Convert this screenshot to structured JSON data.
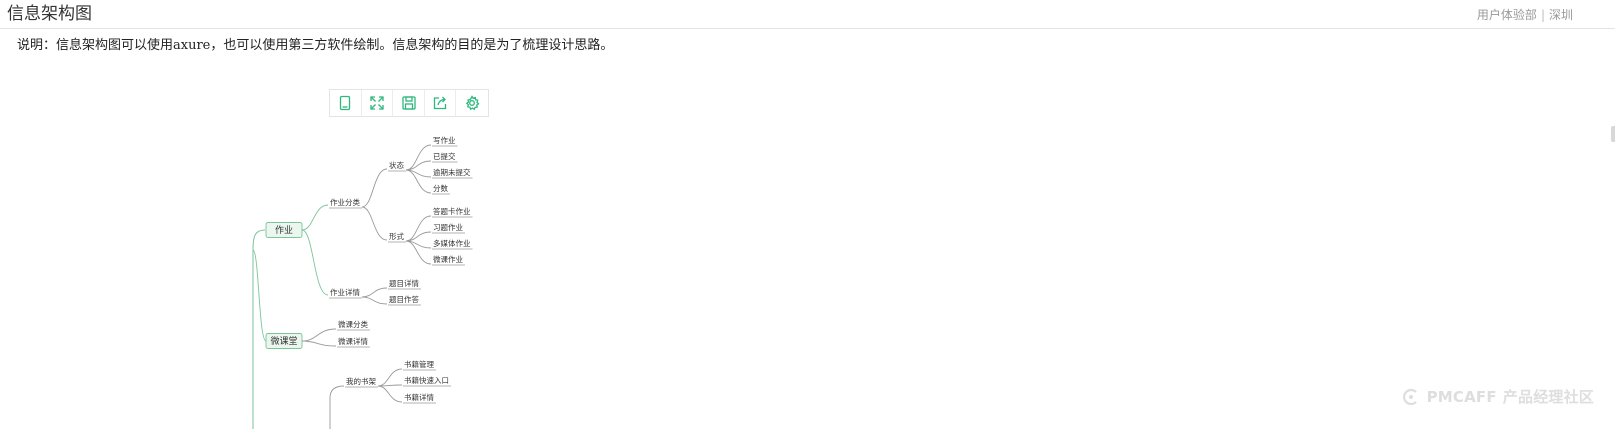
{
  "header": {
    "title": "信息架构图",
    "department": "用户体验部",
    "separator": "|",
    "city": "深圳"
  },
  "description": "说明：信息架构图可以使用axure，也可以使用第三方软件绘制。信息架构的目的是为了梳理设计思路。",
  "toolbar": {
    "buttons": [
      {
        "name": "tablet",
        "icon": "tablet-icon"
      },
      {
        "name": "fullscreen",
        "icon": "fullscreen-icon"
      },
      {
        "name": "save",
        "icon": "save-icon"
      },
      {
        "name": "share",
        "icon": "share-icon"
      },
      {
        "name": "settings",
        "icon": "gear-icon"
      }
    ]
  },
  "mindmap": {
    "line_color": "#7bc49a",
    "node_border": "#7bc49a",
    "node_fill": "#eaf6ee",
    "leaf_line_color": "#9a9a9a",
    "roots": [
      {
        "label": "作业",
        "children": [
          {
            "label": "作业分类",
            "children": [
              {
                "label": "状态",
                "children": [
                  "写作业",
                  "已提交",
                  "逾期未提交",
                  "分数"
                ]
              },
              {
                "label": "形式",
                "children": [
                  "答题卡作业",
                  "习题作业",
                  "多媒体作业",
                  "微课作业"
                ]
              }
            ]
          },
          {
            "label": "作业详情",
            "children": [
              "题目详情",
              "题目作答"
            ]
          }
        ]
      },
      {
        "label": "微课堂",
        "children": [
          "微课分类",
          "微课详情"
        ]
      },
      {
        "label": "",
        "children": [
          {
            "label": "我的书架",
            "children": [
              "书籍管理",
              "书籍快速入口",
              "书籍详情"
            ]
          }
        ]
      }
    ]
  },
  "watermark": {
    "brand": "PMCAFF",
    "tagline": "产品经理社区",
    "icon": "pmcaff-logo-icon"
  }
}
